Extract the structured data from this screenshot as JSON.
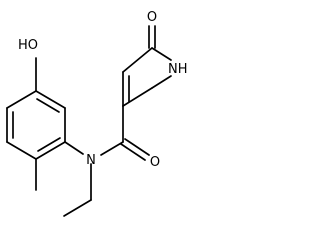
{
  "molecule": {
    "atoms": {
      "ho": "HO",
      "nh": "NH",
      "o_top": "O",
      "o_amide": "O",
      "n_amide": "N"
    }
  },
  "colors": {
    "bond": "#000000",
    "background": "#ffffff"
  }
}
